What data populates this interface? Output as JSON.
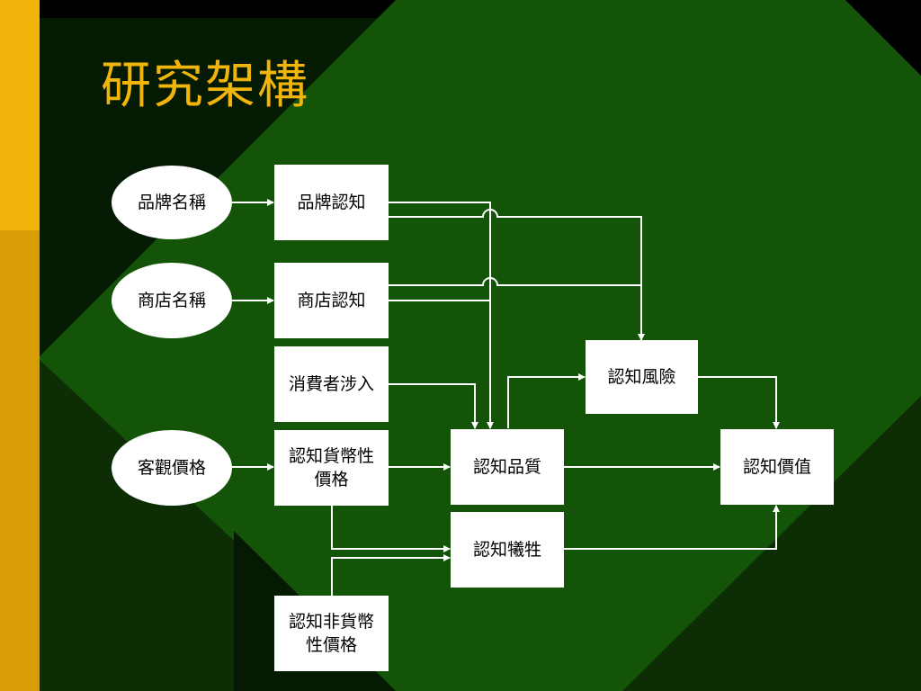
{
  "colors": {
    "background": "#0d2d05",
    "bg_dark": "#051a02",
    "bg_top": "#000000",
    "bg_diamond": "#145409",
    "side_bar_top": "#f0b40a",
    "side_bar_bottom": "#d89c04",
    "title": "#f0b40a",
    "node_fill": "#ffffff",
    "node_text": "#000000",
    "arrow": "#ffffff"
  },
  "slide": {
    "title": "研究架構"
  },
  "diagram": {
    "nodes": {
      "brand_name": {
        "label": "品牌名稱",
        "shape": "ellipse"
      },
      "store_name": {
        "label": "商店名稱",
        "shape": "ellipse"
      },
      "objective_price": {
        "label": "客觀價格",
        "shape": "ellipse"
      },
      "brand_cognition": {
        "label": "品牌認知",
        "shape": "box"
      },
      "store_cognition": {
        "label": "商店認知",
        "shape": "box"
      },
      "consumer_involvement": {
        "label": "消費者涉入",
        "shape": "box"
      },
      "perceived_monetary_price": {
        "line1": "認知貨幣性",
        "line2": "價格",
        "shape": "box"
      },
      "perceived_nonmonetary_price": {
        "line1": "認知非貨幣",
        "line2": "性價格",
        "shape": "box"
      },
      "perceived_risk": {
        "label": "認知風險",
        "shape": "box"
      },
      "perceived_quality": {
        "label": "認知品質",
        "shape": "box"
      },
      "perceived_sacrifice": {
        "label": "認知犧牲",
        "shape": "box"
      },
      "perceived_value": {
        "label": "認知價值",
        "shape": "box"
      }
    },
    "edges": [
      {
        "from": "品牌名稱",
        "to": "品牌認知"
      },
      {
        "from": "商店名稱",
        "to": "商店認知"
      },
      {
        "from": "客觀價格",
        "to": "認知貨幣性價格"
      },
      {
        "from": "品牌認知",
        "to": "認知品質"
      },
      {
        "from": "品牌認知",
        "to": "認知風險"
      },
      {
        "from": "商店認知",
        "to": "認知品質"
      },
      {
        "from": "商店認知",
        "to": "認知風險"
      },
      {
        "from": "消費者涉入",
        "to": "認知品質"
      },
      {
        "from": "認知貨幣性價格",
        "to": "認知品質"
      },
      {
        "from": "認知貨幣性價格",
        "to": "認知犧牲"
      },
      {
        "from": "認知非貨幣性價格",
        "to": "認知犧牲"
      },
      {
        "from": "認知品質",
        "to": "認知風險"
      },
      {
        "from": "認知品質",
        "to": "認知價值"
      },
      {
        "from": "認知風險",
        "to": "認知價值"
      },
      {
        "from": "認知犧牲",
        "to": "認知價值"
      }
    ]
  }
}
